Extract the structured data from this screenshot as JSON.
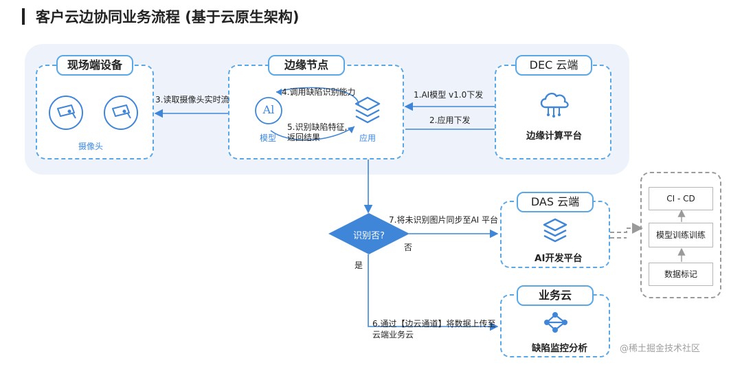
{
  "title": "客户云边协同业务流程 (基于云原生架构)",
  "devices": {
    "header": "现场端设备",
    "camera_label": "摄像头"
  },
  "edge": {
    "header": "边缘节点",
    "model_badge": "Al",
    "model_label": "模型",
    "app_label": "应用",
    "step4": "4.调用缺陷识别能力",
    "step5_line1": "5.识别缺陷特征,",
    "step5_line2": "返回结果"
  },
  "dec": {
    "header": "DEC  云端",
    "platform": "边缘计算平台"
  },
  "flows": {
    "step1": "1.AI模型  v1.0下发",
    "step2": "2.应用下发",
    "step3": "3.读取摄像头实时流",
    "step7": "7.将未识别图片同步至AI  平台",
    "step6_line1": "6.通过【边云通道】将数据上传至",
    "step6_line2": "云端业务云"
  },
  "decision": {
    "question": "识别否?",
    "no": "否",
    "yes": "是"
  },
  "das": {
    "header": "DAS  云端",
    "platform": "AI开发平台"
  },
  "biz": {
    "header": "业务云",
    "platform": "缺陷监控分析"
  },
  "pipeline": {
    "cicd": "CI - CD",
    "train": "模型训练训练",
    "label": "数据标记"
  },
  "watermark": "@稀土掘金技术社区"
}
